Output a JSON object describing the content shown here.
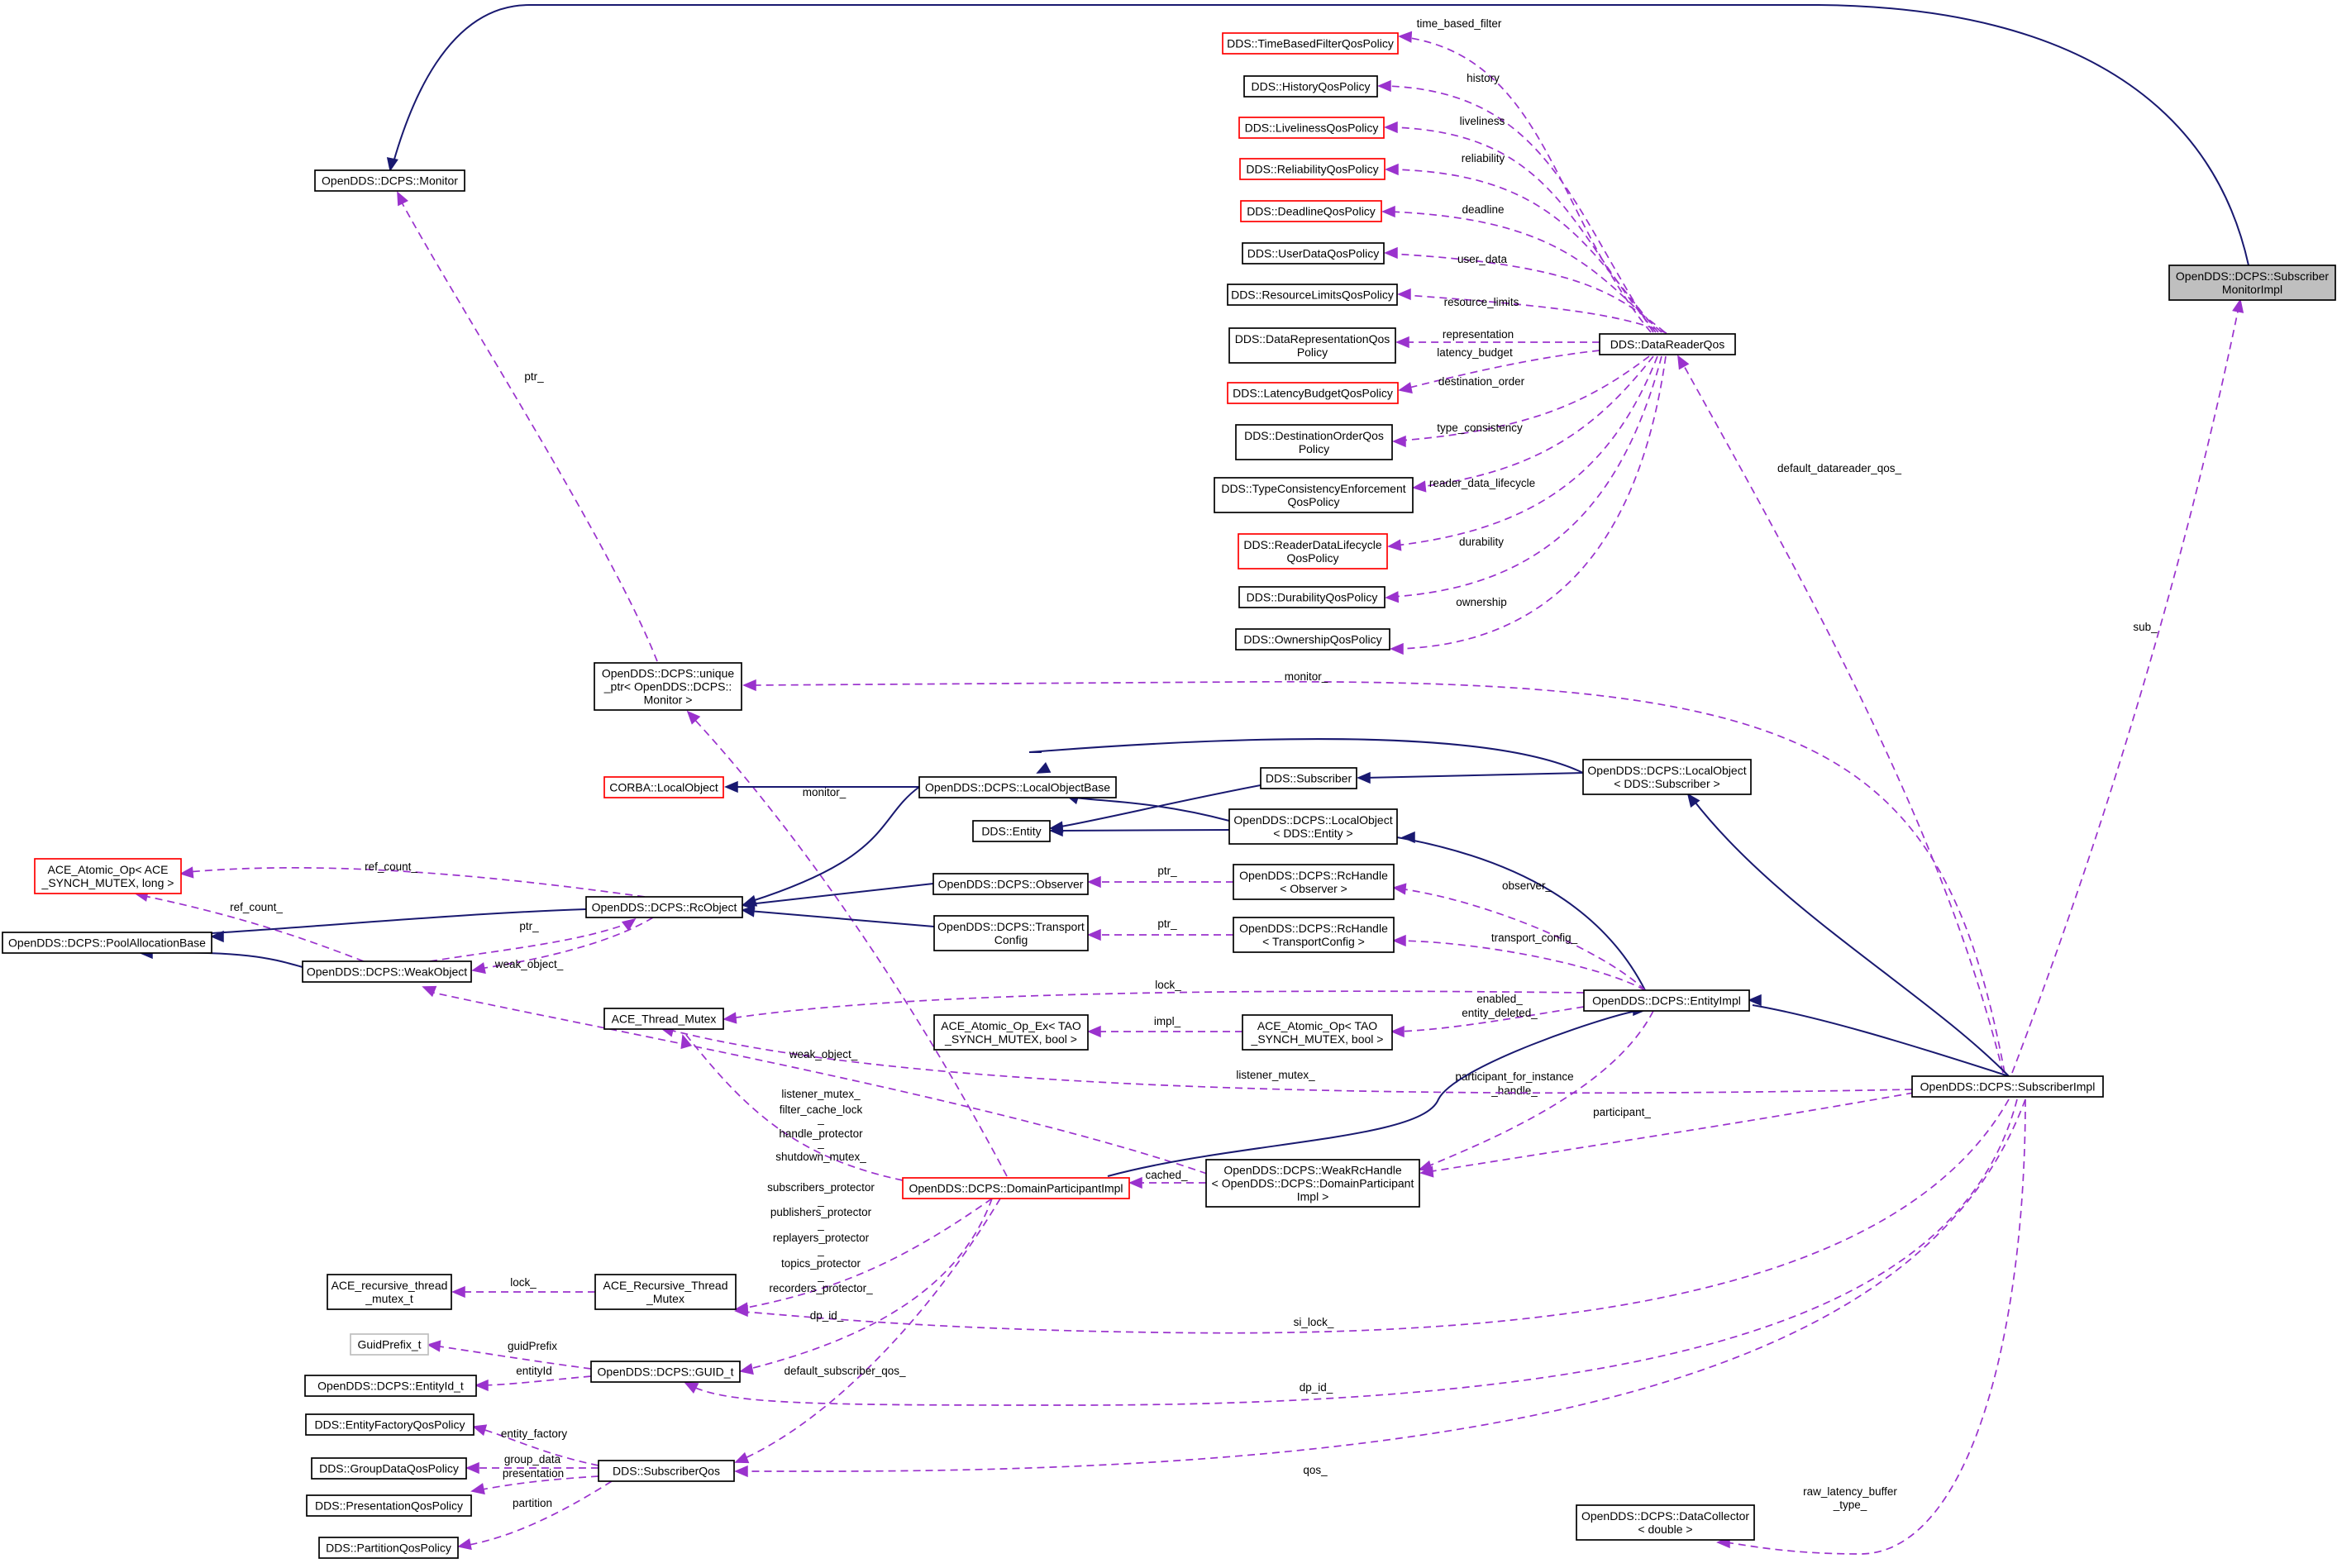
{
  "diagram": {
    "type": "collaboration-graph",
    "nodes": [
      {
        "id": "sub_monitor",
        "lines": [
          "OpenDDS::DCPS::Subscriber",
          "MonitorImpl"
        ],
        "style": "focus"
      },
      {
        "id": "monitor",
        "lines": [
          "OpenDDS::DCPS::Monitor"
        ],
        "style": "normal"
      },
      {
        "id": "tbf",
        "lines": [
          "DDS::TimeBasedFilterQosPolicy"
        ],
        "style": "red"
      },
      {
        "id": "history",
        "lines": [
          "DDS::HistoryQosPolicy"
        ],
        "style": "normal"
      },
      {
        "id": "liveliness",
        "lines": [
          "DDS::LivelinessQosPolicy"
        ],
        "style": "red"
      },
      {
        "id": "reliability",
        "lines": [
          "DDS::ReliabilityQosPolicy"
        ],
        "style": "red"
      },
      {
        "id": "deadline",
        "lines": [
          "DDS::DeadlineQosPolicy"
        ],
        "style": "red"
      },
      {
        "id": "userdata",
        "lines": [
          "DDS::UserDataQosPolicy"
        ],
        "style": "normal"
      },
      {
        "id": "reslimits",
        "lines": [
          "DDS::ResourceLimitsQosPolicy"
        ],
        "style": "normal"
      },
      {
        "id": "datarep",
        "lines": [
          "DDS::DataRepresentationQos",
          "Policy"
        ],
        "style": "normal"
      },
      {
        "id": "latbudget",
        "lines": [
          "DDS::LatencyBudgetQosPolicy"
        ],
        "style": "red"
      },
      {
        "id": "destorder",
        "lines": [
          "DDS::DestinationOrderQos",
          "Policy"
        ],
        "style": "normal"
      },
      {
        "id": "typecons",
        "lines": [
          "DDS::TypeConsistencyEnforcement",
          "QosPolicy"
        ],
        "style": "normal"
      },
      {
        "id": "readerlife",
        "lines": [
          "DDS::ReaderDataLifecycle",
          "QosPolicy"
        ],
        "style": "red"
      },
      {
        "id": "durability",
        "lines": [
          "DDS::DurabilityQosPolicy"
        ],
        "style": "normal"
      },
      {
        "id": "ownership",
        "lines": [
          "DDS::OwnershipQosPolicy"
        ],
        "style": "normal"
      },
      {
        "id": "drqos",
        "lines": [
          "DDS::DataReaderQos"
        ],
        "style": "normal"
      },
      {
        "id": "unique_ptr",
        "lines": [
          "OpenDDS::DCPS::unique",
          "_ptr< OpenDDS::DCPS::",
          "Monitor >"
        ],
        "style": "normal"
      },
      {
        "id": "corba_lo",
        "lines": [
          "CORBA::LocalObject"
        ],
        "style": "red"
      },
      {
        "id": "lobase",
        "lines": [
          "OpenDDS::DCPS::LocalObjectBase"
        ],
        "style": "normal"
      },
      {
        "id": "dds_sub",
        "lines": [
          "DDS::Subscriber"
        ],
        "style": "normal"
      },
      {
        "id": "lo_sub",
        "lines": [
          "OpenDDS::DCPS::LocalObject",
          "< DDS::Subscriber >"
        ],
        "style": "normal"
      },
      {
        "id": "dds_entity",
        "lines": [
          "DDS::Entity"
        ],
        "style": "normal"
      },
      {
        "id": "lo_entity",
        "lines": [
          "OpenDDS::DCPS::LocalObject",
          "< DDS::Entity >"
        ],
        "style": "normal"
      },
      {
        "id": "ace_atomic",
        "lines": [
          "ACE_Atomic_Op< ACE",
          "_SYNCH_MUTEX, long >"
        ],
        "style": "red"
      },
      {
        "id": "rcobject",
        "lines": [
          "OpenDDS::DCPS::RcObject"
        ],
        "style": "normal"
      },
      {
        "id": "observer",
        "lines": [
          "OpenDDS::DCPS::Observer"
        ],
        "style": "normal"
      },
      {
        "id": "rc_observer",
        "lines": [
          "OpenDDS::DCPS::RcHandle",
          "< Observer >"
        ],
        "style": "normal"
      },
      {
        "id": "pool",
        "lines": [
          "OpenDDS::DCPS::PoolAllocationBase"
        ],
        "style": "normal"
      },
      {
        "id": "weakobj",
        "lines": [
          "OpenDDS::DCPS::WeakObject"
        ],
        "style": "normal"
      },
      {
        "id": "transport",
        "lines": [
          "OpenDDS::DCPS::Transport",
          "Config"
        ],
        "style": "normal"
      },
      {
        "id": "rc_transport",
        "lines": [
          "OpenDDS::DCPS::RcHandle",
          "< TransportConfig >"
        ],
        "style": "normal"
      },
      {
        "id": "entityimpl",
        "lines": [
          "OpenDDS::DCPS::EntityImpl"
        ],
        "style": "normal"
      },
      {
        "id": "thread_mutex",
        "lines": [
          "ACE_Thread_Mutex"
        ],
        "style": "normal"
      },
      {
        "id": "atomic_ex",
        "lines": [
          "ACE_Atomic_Op_Ex< TAO",
          "_SYNCH_MUTEX, bool >"
        ],
        "style": "normal"
      },
      {
        "id": "atomic_op_bool",
        "lines": [
          "ACE_Atomic_Op< TAO",
          "_SYNCH_MUTEX, bool >"
        ],
        "style": "normal"
      },
      {
        "id": "subimpl",
        "lines": [
          "OpenDDS::DCPS::SubscriberImpl"
        ],
        "style": "normal"
      },
      {
        "id": "dpimpl",
        "lines": [
          "OpenDDS::DCPS::DomainParticipantImpl"
        ],
        "style": "red"
      },
      {
        "id": "weakrc_dp",
        "lines": [
          "OpenDDS::DCPS::WeakRcHandle",
          "< OpenDDS::DCPS::DomainParticipant",
          "Impl >"
        ],
        "style": "normal"
      },
      {
        "id": "rec_thread_t",
        "lines": [
          "ACE_recursive_thread",
          "_mutex_t"
        ],
        "style": "normal"
      },
      {
        "id": "rec_mutex",
        "lines": [
          "ACE_Recursive_Thread",
          "_Mutex"
        ],
        "style": "normal"
      },
      {
        "id": "guidprefix",
        "lines": [
          "GuidPrefix_t"
        ],
        "style": "grey"
      },
      {
        "id": "entityid",
        "lines": [
          "OpenDDS::DCPS::EntityId_t"
        ],
        "style": "normal"
      },
      {
        "id": "guid",
        "lines": [
          "OpenDDS::DCPS::GUID_t"
        ],
        "style": "normal"
      },
      {
        "id": "entityfactory",
        "lines": [
          "DDS::EntityFactoryQosPolicy"
        ],
        "style": "normal"
      },
      {
        "id": "groupdata",
        "lines": [
          "DDS::GroupDataQosPolicy"
        ],
        "style": "normal"
      },
      {
        "id": "presentation",
        "lines": [
          "DDS::PresentationQosPolicy"
        ],
        "style": "normal"
      },
      {
        "id": "partition",
        "lines": [
          "DDS::PartitionQosPolicy"
        ],
        "style": "normal"
      },
      {
        "id": "subqos",
        "lines": [
          "DDS::SubscriberQos"
        ],
        "style": "normal"
      },
      {
        "id": "datacollector",
        "lines": [
          "OpenDDS::DCPS::DataCollector",
          "< double >"
        ],
        "style": "normal"
      }
    ],
    "edges": [
      {
        "from": "sub_monitor",
        "to": "monitor",
        "kind": "inherit",
        "label": []
      },
      {
        "from": "unique_ptr",
        "to": "monitor",
        "kind": "use",
        "label": [
          "ptr_"
        ]
      },
      {
        "from": "drqos",
        "to": "tbf",
        "kind": "use",
        "label": [
          "time_based_filter"
        ]
      },
      {
        "from": "drqos",
        "to": "history",
        "kind": "use",
        "label": [
          "history"
        ]
      },
      {
        "from": "drqos",
        "to": "liveliness",
        "kind": "use",
        "label": [
          "liveliness"
        ]
      },
      {
        "from": "drqos",
        "to": "reliability",
        "kind": "use",
        "label": [
          "reliability"
        ]
      },
      {
        "from": "drqos",
        "to": "deadline",
        "kind": "use",
        "label": [
          "deadline"
        ]
      },
      {
        "from": "drqos",
        "to": "userdata",
        "kind": "use",
        "label": [
          "user_data"
        ]
      },
      {
        "from": "drqos",
        "to": "reslimits",
        "kind": "use",
        "label": [
          "resource_limits"
        ]
      },
      {
        "from": "drqos",
        "to": "datarep",
        "kind": "use",
        "label": [
          "representation"
        ]
      },
      {
        "from": "drqos",
        "to": "latbudget",
        "kind": "use",
        "label": [
          "latency_budget"
        ]
      },
      {
        "from": "drqos",
        "to": "destorder",
        "kind": "use",
        "label": [
          "destination_order"
        ]
      },
      {
        "from": "drqos",
        "to": "typecons",
        "kind": "use",
        "label": [
          "type_consistency"
        ]
      },
      {
        "from": "drqos",
        "to": "readerlife",
        "kind": "use",
        "label": [
          "reader_data_lifecycle"
        ]
      },
      {
        "from": "drqos",
        "to": "durability",
        "kind": "use",
        "label": [
          "durability"
        ]
      },
      {
        "from": "drqos",
        "to": "ownership",
        "kind": "use",
        "label": [
          "ownership"
        ]
      },
      {
        "from": "subimpl",
        "to": "drqos",
        "kind": "use",
        "label": [
          "default_datareader_qos_"
        ]
      },
      {
        "from": "subimpl",
        "to": "sub_monitor",
        "kind": "use",
        "label": [
          "sub_"
        ]
      },
      {
        "from": "subimpl",
        "to": "unique_ptr",
        "kind": "use",
        "label": [
          "monitor_"
        ]
      },
      {
        "from": "dpimpl",
        "to": "unique_ptr",
        "kind": "use",
        "label": [
          "monitor_"
        ]
      },
      {
        "from": "lobase",
        "to": "corba_lo",
        "kind": "inherit",
        "label": []
      },
      {
        "from": "lobase",
        "to": "rcobject",
        "kind": "inherit",
        "label": []
      },
      {
        "from": "lo_sub",
        "to": "lobase",
        "kind": "inherit",
        "label": []
      },
      {
        "from": "lo_sub",
        "to": "dds_sub",
        "kind": "inherit",
        "label": []
      },
      {
        "from": "dds_sub",
        "to": "dds_entity",
        "kind": "inherit",
        "label": []
      },
      {
        "from": "lo_entity",
        "to": "dds_entity",
        "kind": "inherit",
        "label": []
      },
      {
        "from": "lo_entity",
        "to": "lobase",
        "kind": "inherit",
        "label": []
      },
      {
        "from": "rcobject",
        "to": "ace_atomic",
        "kind": "use",
        "label": [
          "ref_count_"
        ]
      },
      {
        "from": "weakobj",
        "to": "ace_atomic",
        "kind": "use",
        "label": [
          "ref_count_"
        ]
      },
      {
        "from": "rcobject",
        "to": "pool",
        "kind": "inherit",
        "label": []
      },
      {
        "from": "weakobj",
        "to": "pool",
        "kind": "inherit",
        "label": []
      },
      {
        "from": "weakobj",
        "to": "rcobject",
        "kind": "use",
        "label": [
          "ptr_"
        ]
      },
      {
        "from": "rcobject",
        "to": "weakobj",
        "kind": "use",
        "label": [
          "weak_object_"
        ]
      },
      {
        "from": "observer",
        "to": "rcobject",
        "kind": "inherit",
        "label": []
      },
      {
        "from": "transport",
        "to": "rcobject",
        "kind": "inherit",
        "label": []
      },
      {
        "from": "rc_observer",
        "to": "observer",
        "kind": "use",
        "label": [
          "ptr_"
        ]
      },
      {
        "from": "rc_transport",
        "to": "transport",
        "kind": "use",
        "label": [
          "ptr_"
        ]
      },
      {
        "from": "entityimpl",
        "to": "lo_entity",
        "kind": "inherit",
        "label": []
      },
      {
        "from": "entityimpl",
        "to": "rc_observer",
        "kind": "use",
        "label": [
          "observer_"
        ]
      },
      {
        "from": "entityimpl",
        "to": "rc_transport",
        "kind": "use",
        "label": [
          "transport_config_"
        ]
      },
      {
        "from": "entityimpl",
        "to": "thread_mutex",
        "kind": "use",
        "label": [
          "lock_"
        ]
      },
      {
        "from": "entityimpl",
        "to": "atomic_op_bool",
        "kind": "use",
        "label": [
          "enabled_",
          "entity_deleted_"
        ]
      },
      {
        "from": "atomic_op_bool",
        "to": "atomic_ex",
        "kind": "use",
        "label": [
          "impl_"
        ]
      },
      {
        "from": "entityimpl",
        "to": "weakrc_dp",
        "kind": "use",
        "label": [
          "participant_for_instance",
          "_handle_"
        ]
      },
      {
        "from": "subimpl",
        "to": "entityimpl",
        "kind": "inherit",
        "label": []
      },
      {
        "from": "subimpl",
        "to": "lo_sub",
        "kind": "inherit",
        "label": []
      },
      {
        "from": "subimpl",
        "to": "thread_mutex",
        "kind": "use",
        "label": [
          "listener_mutex_"
        ]
      },
      {
        "from": "subimpl",
        "to": "weakrc_dp",
        "kind": "use",
        "label": [
          "participant_"
        ]
      },
      {
        "from": "weakrc_dp",
        "to": "dpimpl",
        "kind": "use",
        "label": [
          "cached_"
        ]
      },
      {
        "from": "weakrc_dp",
        "to": "weakobj",
        "kind": "use",
        "label": [
          "weak_object_"
        ]
      },
      {
        "from": "dpimpl",
        "to": "entityimpl",
        "kind": "inherit",
        "label": []
      },
      {
        "from": "dpimpl",
        "to": "thread_mutex",
        "kind": "use",
        "label": [
          "listener_mutex_",
          "filter_cache_lock",
          "_",
          "handle_protector",
          "_",
          "shutdown_mutex_"
        ]
      },
      {
        "from": "dpimpl",
        "to": "rec_mutex",
        "kind": "use",
        "label": [
          "subscribers_protector",
          "_",
          "publishers_protector",
          "_",
          "replayers_protector",
          "_",
          "topics_protector",
          "_",
          "recorders_protector_"
        ]
      },
      {
        "from": "rec_mutex",
        "to": "rec_thread_t",
        "kind": "use",
        "label": [
          "lock_"
        ]
      },
      {
        "from": "subimpl",
        "to": "rec_mutex",
        "kind": "use",
        "label": [
          "si_lock_"
        ]
      },
      {
        "from": "dpimpl",
        "to": "guid",
        "kind": "use",
        "label": [
          "dp_id_"
        ]
      },
      {
        "from": "subimpl",
        "to": "guid",
        "kind": "use",
        "label": [
          "dp_id_"
        ]
      },
      {
        "from": "guid",
        "to": "guidprefix",
        "kind": "use",
        "label": [
          "guidPrefix"
        ]
      },
      {
        "from": "guid",
        "to": "entityid",
        "kind": "use",
        "label": [
          "entityId"
        ]
      },
      {
        "from": "dpimpl",
        "to": "subqos",
        "kind": "use",
        "label": [
          "default_subscriber_qos_"
        ]
      },
      {
        "from": "subimpl",
        "to": "subqos",
        "kind": "use",
        "label": [
          "qos_"
        ]
      },
      {
        "from": "subqos",
        "to": "entityfactory",
        "kind": "use",
        "label": [
          "entity_factory"
        ]
      },
      {
        "from": "subqos",
        "to": "groupdata",
        "kind": "use",
        "label": [
          "group_data"
        ]
      },
      {
        "from": "subqos",
        "to": "presentation",
        "kind": "use",
        "label": [
          "presentation"
        ]
      },
      {
        "from": "subqos",
        "to": "partition",
        "kind": "use",
        "label": [
          "partition"
        ]
      },
      {
        "from": "subimpl",
        "to": "datacollector",
        "kind": "use",
        "label": [
          "raw_latency_buffer",
          "_type_"
        ]
      }
    ]
  }
}
